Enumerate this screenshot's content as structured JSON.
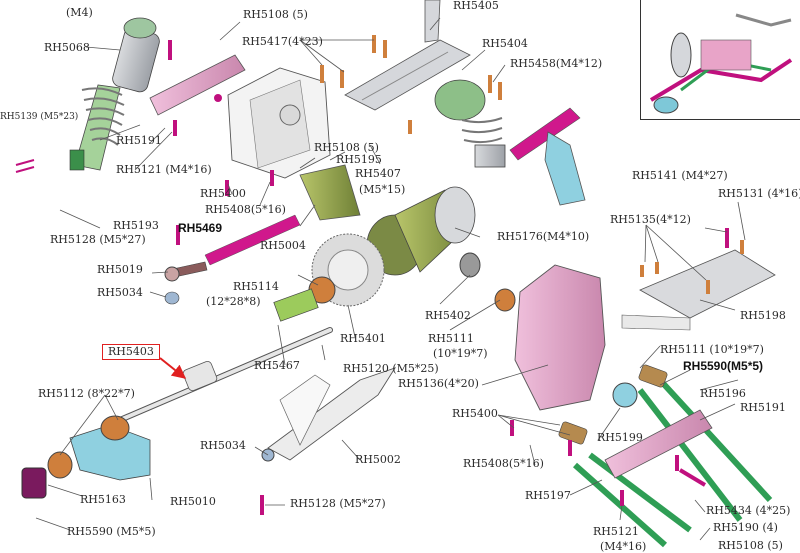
{
  "labels": {
    "rh5068": "RH5068",
    "m4_top": "(M4)",
    "rh5108_top": "RH5108 (5)",
    "rh5405": "RH5405",
    "rh5417": "RH5417(4*23)",
    "rh5404": "RH5404",
    "rh5458": "RH5458(M4*12)",
    "rh5139": "RH5139 (M5*23)",
    "rh5191_left": "RH5191",
    "rh5121_left": "RH5121 (M4*16)",
    "rh5108_mid": "RH5108 (5)",
    "rh5195": "RH5195",
    "rh5407": "RH5407",
    "m5x15": "(M5*15)",
    "rh5400_top": "RH5400",
    "rh5408_top": "RH5408(5*16)",
    "rh5193": "RH5193",
    "rh5128_left": "RH5128 (M5*27)",
    "rh5469": "RH5469",
    "rh5004": "RH5004",
    "rh5176": "RH5176(M4*10)",
    "rh5141": "RH5141 (M4*27)",
    "rh5131": "RH5131 (4*16)",
    "rh5135": "RH5135(4*12)",
    "rh5019": "RH5019",
    "rh5114": "RH5114",
    "size_12x28x8": "(12*28*8)",
    "rh5034_left": "RH5034",
    "rh5401": "RH5401",
    "rh5402": "RH5402",
    "rh5198": "RH5198",
    "rh5111_mid": "RH5111",
    "size_10x19x7": "(10*19*7)",
    "rh5403": "RH5403",
    "rh5467": "RH5467",
    "rh5120": "RH5120 (M5*25)",
    "rh5136": "RH5136(4*20)",
    "rh5111_right": "RH5111 (10*19*7)",
    "rh5590_right": "RH5590(M5*5)",
    "rh5112": "RH5112 (8*22*7)",
    "rh5196": "RH5196",
    "rh5191_right": "RH5191",
    "rh5400_bottom": "RH5400",
    "rh5199": "RH5199",
    "rh5034_bottom": "RH5034",
    "rh5002": "RH5002",
    "rh5408_bottom": "RH5408(5*16)",
    "rh5163": "RH5163",
    "rh5010": "RH5010",
    "rh5197": "RH5197",
    "rh5128_bottom": "RH5128 (M5*27)",
    "rh5434": "RH5434 (4*25)",
    "rh5590_bottom": "RH5590 (M5*5)",
    "rh5121_bottom": "RH5121",
    "m4x16_bottom": "(M4*16)",
    "rh5190": "RH5190 (4)",
    "rh5108_bottom": "RH5108 (5)"
  },
  "colors": {
    "pink": "#e8a4c8",
    "magenta": "#c0107e",
    "green": "#2f9e55",
    "olive": "#9aab52",
    "copper": "#cf7f3c",
    "gray": "#b9bcc1",
    "cyan": "#7ec8d8",
    "purple": "#7a1a5e",
    "callout_red": "#e02020"
  }
}
